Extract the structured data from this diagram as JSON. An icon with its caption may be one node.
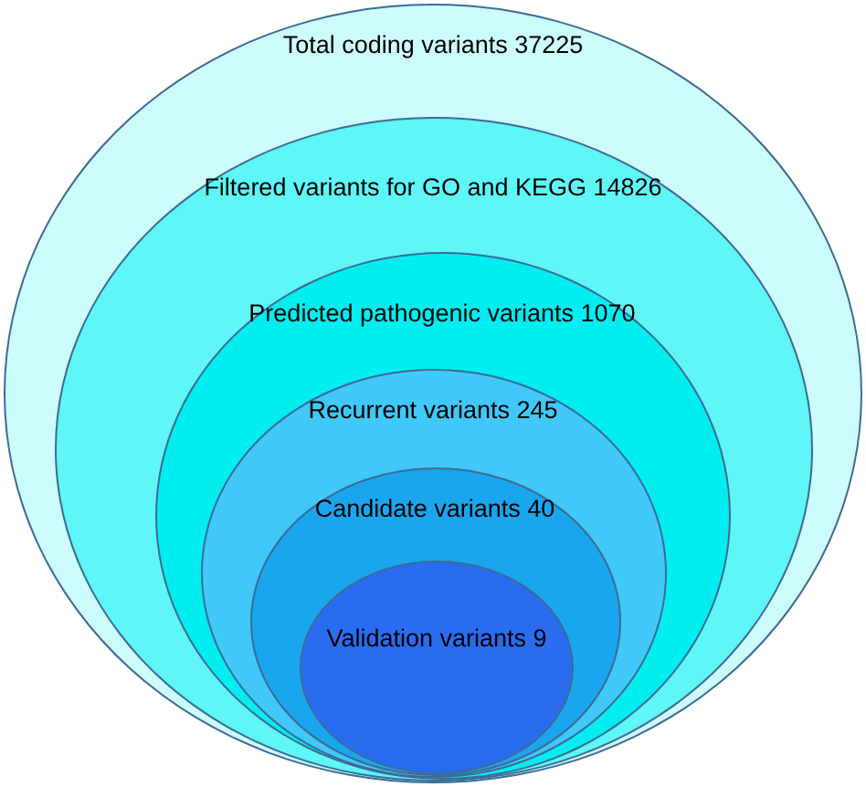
{
  "diagram": {
    "nodes": [
      {
        "text": [
          "Total coding variants 37225"
        ]
      },
      {
        "text": [
          "Filtered variants for GO and KEGG 14826"
        ],
        "in": 0
      },
      {
        "text": [
          "Predicted pathogenic variants 1070"
        ],
        "in": 1
      },
      {
        "text": [
          "Recurrent variants 245"
        ],
        "in": 2
      },
      {
        "text": [
          "Candidate variants 40"
        ],
        "in": 3
      },
      {
        "text": [
          "Validation variants 9"
        ],
        "in": 4
      }
    ]
  }
}
